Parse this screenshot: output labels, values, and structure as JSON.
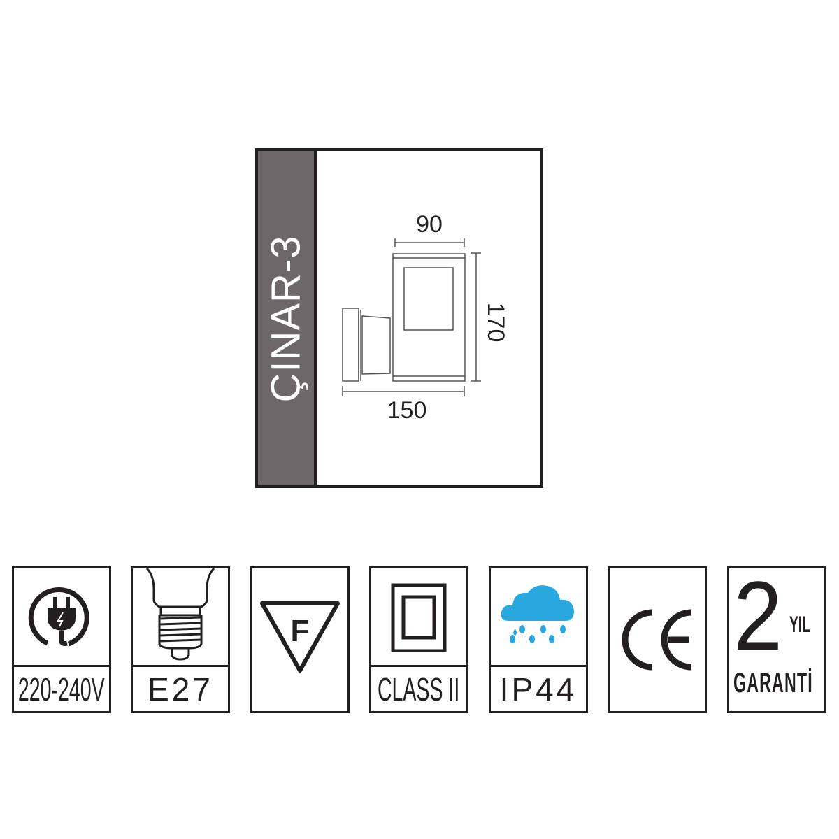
{
  "product": {
    "name": "ÇINAR-3",
    "dimensions": {
      "width_top": "90",
      "height": "170",
      "depth": "150"
    }
  },
  "badges": [
    {
      "icon": "plug-icon",
      "label": "220-240V"
    },
    {
      "icon": "bulb-socket-icon",
      "label": "E27"
    },
    {
      "icon": "f-triangle-icon",
      "label": "F"
    },
    {
      "icon": "class-ii-icon",
      "label": "CLASS II"
    },
    {
      "icon": "rain-cloud-icon",
      "label": "IP44"
    },
    {
      "icon": "ce-mark-icon",
      "label": "CE"
    },
    {
      "icon": "warranty-icon",
      "years": "2",
      "unit": "YIL",
      "label": "GARANTİ"
    }
  ],
  "colors": {
    "strip": "#6d6769",
    "line": "#231f20",
    "rain": "#29a8e0"
  }
}
